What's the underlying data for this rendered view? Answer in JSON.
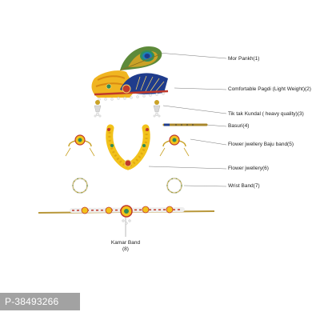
{
  "labels": {
    "mor_pankh": "Mor Pankh(1)",
    "pagdi": "Comfortable Pagdi (Light Weight)(2)",
    "kundal": "Tik tak Kundal ( heavy quality)(3)",
    "basuri": "Basuri(4)",
    "baju_band": "Flower jwellery Baju band(5)",
    "flower_jwellery": "Flower jwellery(6)",
    "wrist_band": "Wrist Band(7)",
    "kamar_band_line1": "Kamar Band",
    "kamar_band_line2": "(8)"
  },
  "watermark": "P-38493266",
  "colors": {
    "leader_line": "#777777",
    "gold": "#c9a227",
    "marigold": "#f2c21b",
    "peacock_blue": "#1f3c8c",
    "peacock_green": "#2f8f5b",
    "pearl": "#eeeeee",
    "red_stone": "#c0392b",
    "green_stone": "#2e8b57",
    "watermark_bg": "#9e9e9e"
  },
  "icons": [
    "peacock-feather-icon",
    "pagdi-turban-icon",
    "earring-icon",
    "flute-icon",
    "armlet-icon",
    "flower-necklace-icon",
    "wrist-band-icon",
    "waist-belt-icon"
  ]
}
